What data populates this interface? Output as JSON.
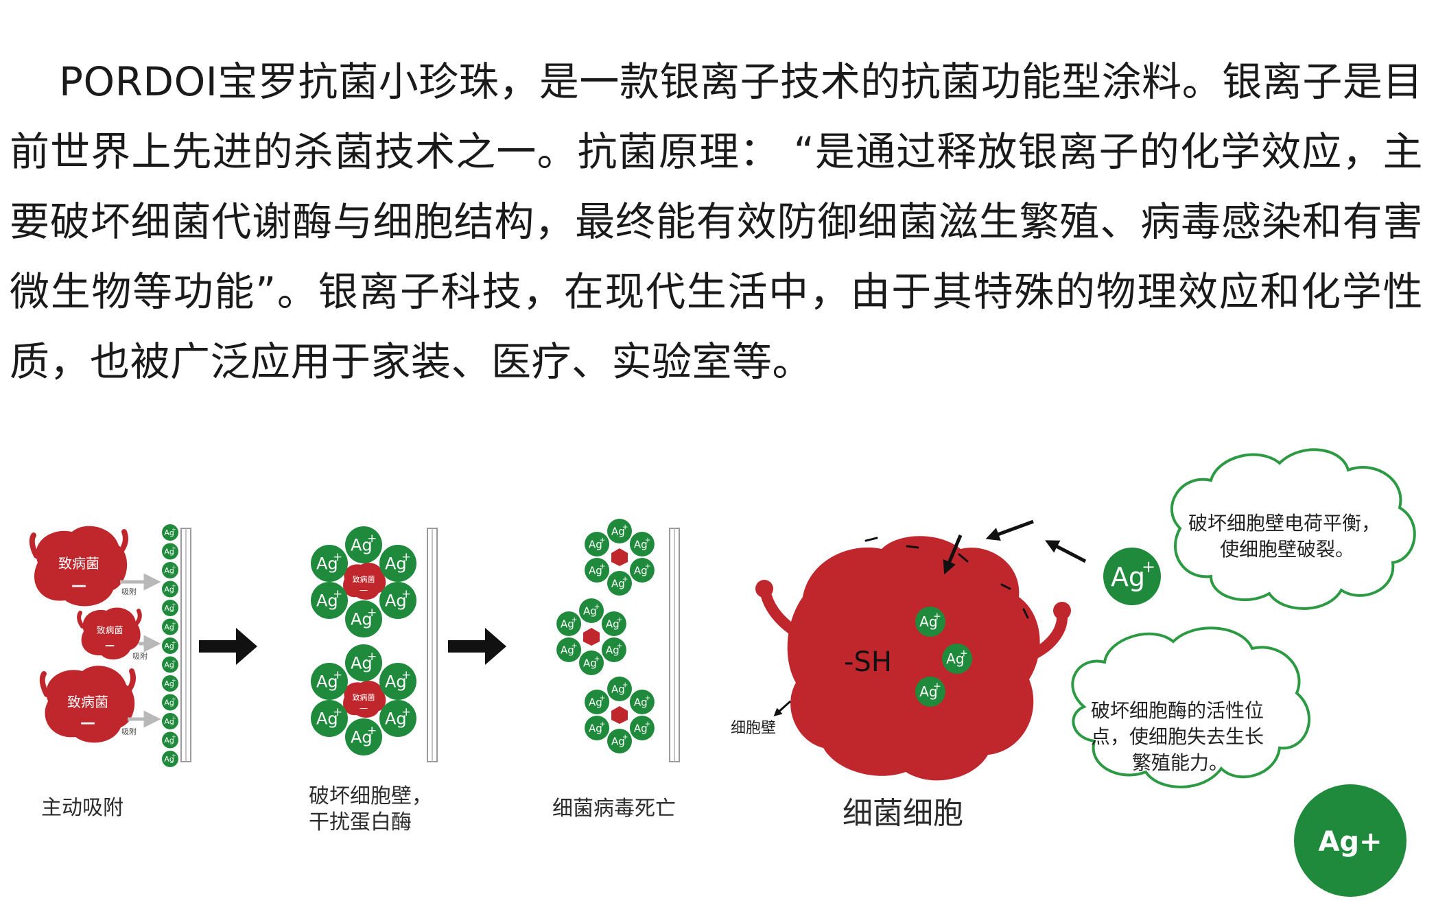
{
  "intro_text": "PORDOI宝罗抗菌小珍珠，是一款银离子技术的抗菌功能型涂料。银离子是目前世界上先进的杀菌技术之一。抗菌原理：  “是通过释放银离子的化学效应，主要破坏细菌代谢酶与细胞结构，最终能有效防御细菌滋生繁殖、病毒感染和有害微生物等功能”。银离子科技，在现代生活中，由于其特殊的物理效应和化学性质，也被广泛应用于家装、医疗、实验室等。",
  "stage1": {
    "pathogen_label": "致病菌",
    "minus": "—",
    "adsorb_label": "吸附",
    "caption": "主动吸附"
  },
  "stage2": {
    "pathogen_label": "致病菌",
    "caption_line1": "破坏细胞壁，",
    "caption_line2": "干扰蛋白酶"
  },
  "stage3": {
    "caption": "细菌病毒死亡"
  },
  "stage4": {
    "sh_label": "-SH",
    "wall_label": "细胞壁",
    "caption": "细菌细胞",
    "cloud1_line1": "破坏细胞壁电荷平衡，",
    "cloud1_line2": "使细胞壁破裂。",
    "cloud2_line1": "破坏细胞酶的活性位",
    "cloud2_line2": "点，使细胞失去生长",
    "cloud2_line3": "繁殖能力。"
  },
  "ion_label": "Ag+",
  "ion_base": "Ag",
  "ion_sup": "+",
  "badge_label": "Ag+",
  "colors": {
    "bacteria_red": "#c0272d",
    "ion_green": "#1f8a3b",
    "cloud_green": "#2b9a43",
    "arrow_black": "#111111"
  }
}
